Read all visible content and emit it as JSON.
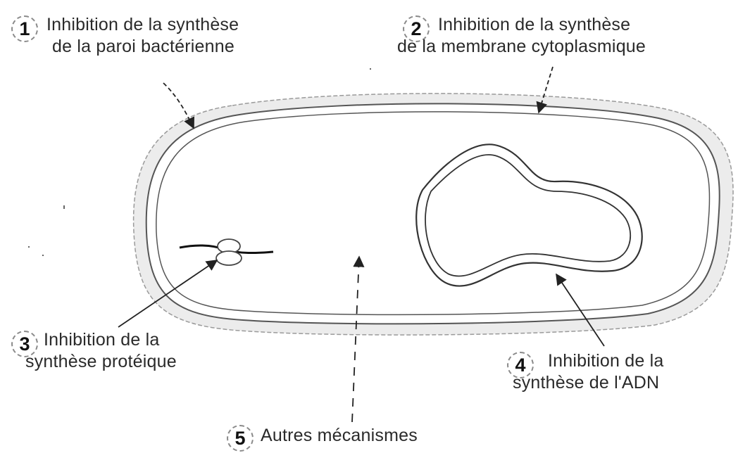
{
  "labels": [
    {
      "number": "1",
      "line1": "Inhibition de la synthèse",
      "line2": "de la paroi bactérienne"
    },
    {
      "number": "2",
      "line1": "Inhibition de la synthèse",
      "line2": "de la membrane cytoplasmique"
    },
    {
      "number": "3",
      "line1": "Inhibition de la",
      "line2": "synthèse protéique"
    },
    {
      "number": "4",
      "line1": "Inhibition de la",
      "line2": "synthèse de l'ADN"
    },
    {
      "number": "5",
      "line1": "Autres mécanismes"
    }
  ]
}
